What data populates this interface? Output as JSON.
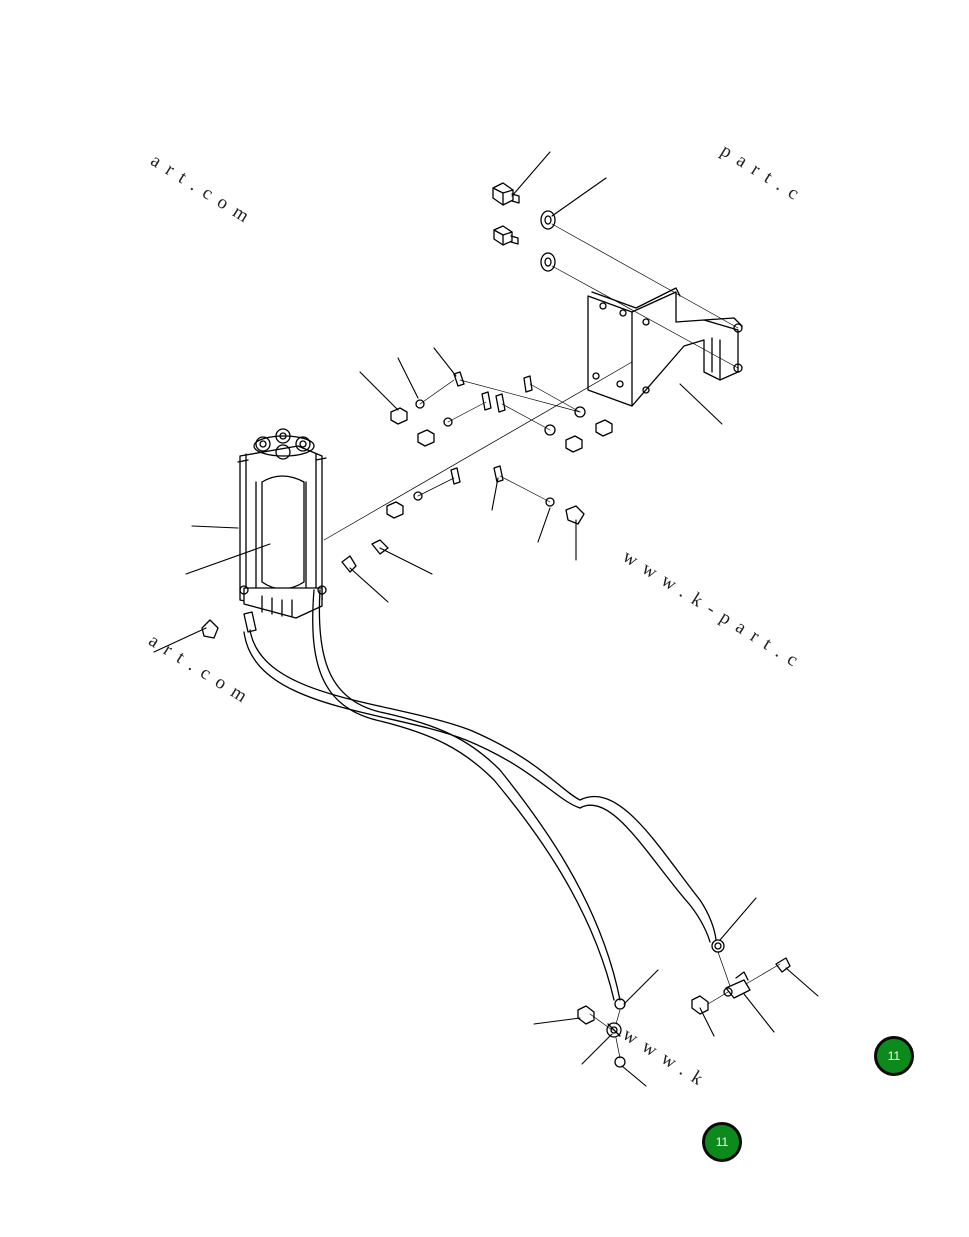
{
  "watermarks": {
    "top_left": "art.com",
    "top_right": "part.c",
    "mid_right": "www.k-part.c",
    "mid_left": "art.com",
    "bottom": "www.k"
  },
  "badges": [
    {
      "label": "11"
    },
    {
      "label": "11"
    }
  ],
  "colors": {
    "line": "#000000",
    "badge_fill": "#0c8a1c",
    "badge_ring": "#0a0a0a"
  }
}
